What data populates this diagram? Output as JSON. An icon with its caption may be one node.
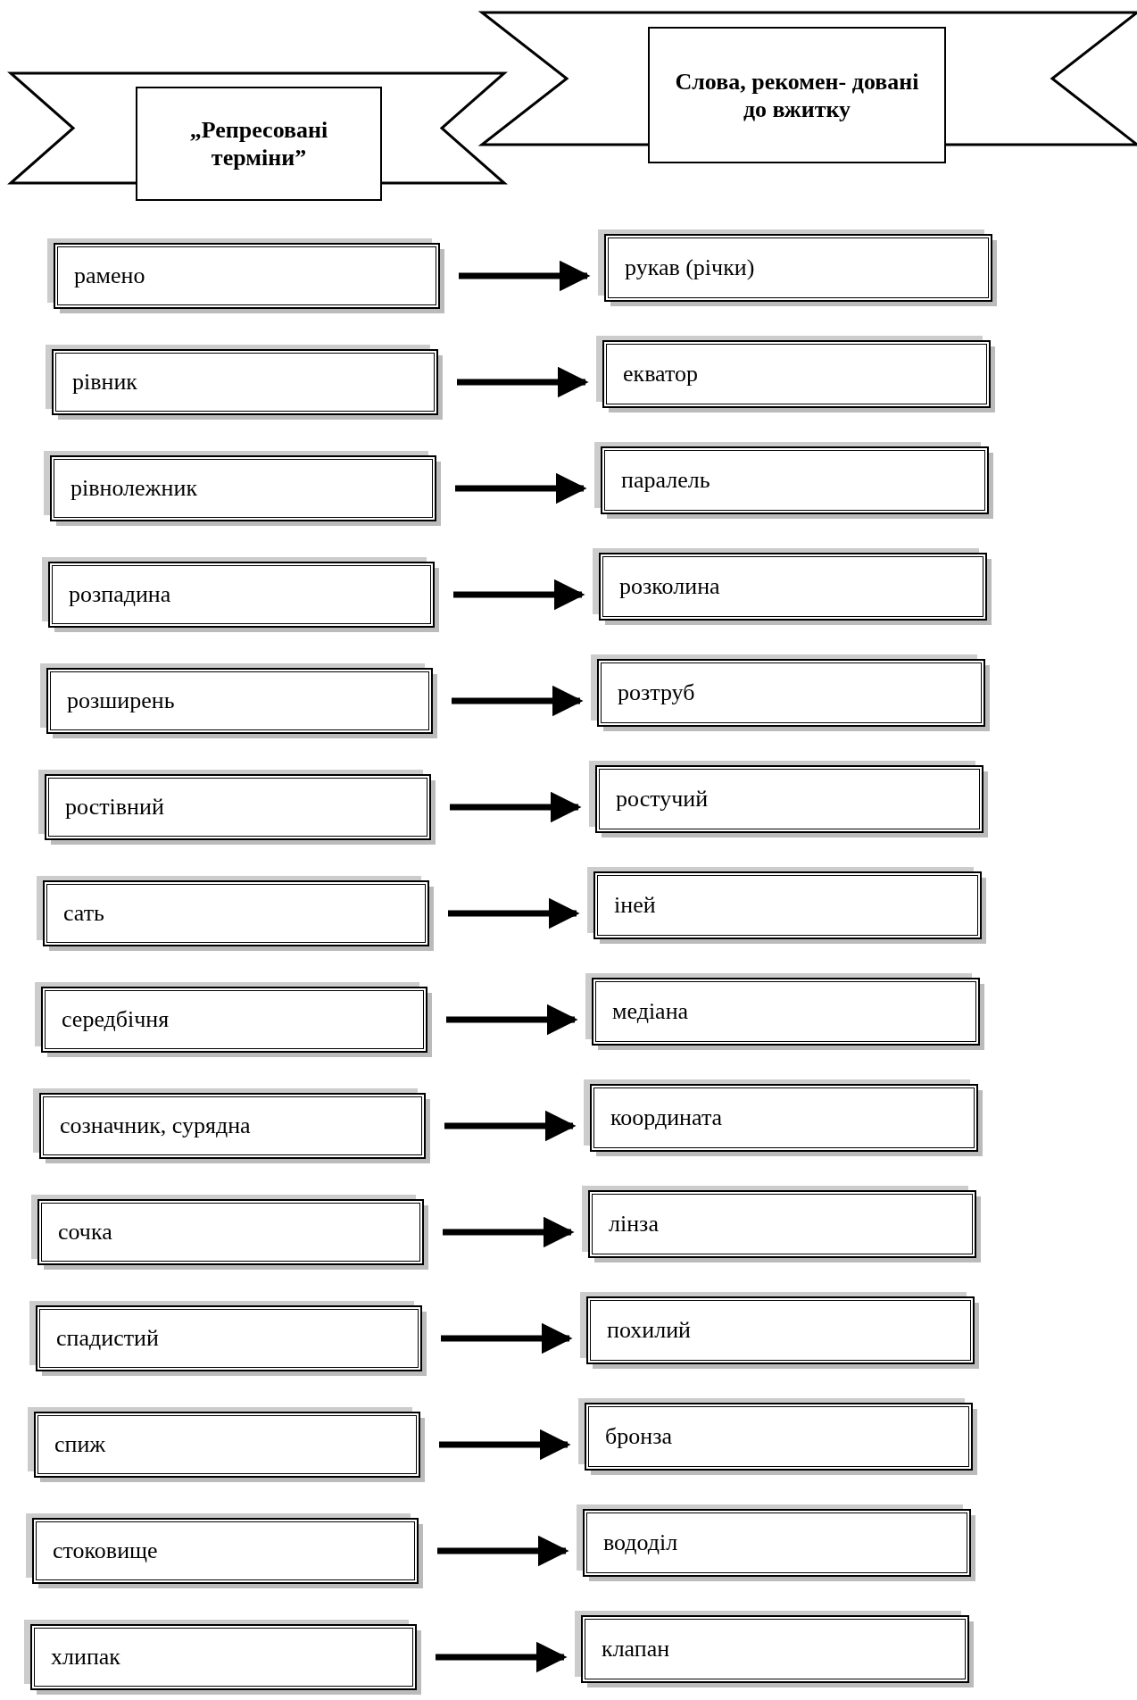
{
  "diagram": {
    "nodes": [
      {
        "text": [
          "„Репресовані терміни”"
        ]
      },
      {
        "text": [
          "Слова, рекомен- довані до вжитку"
        ]
      },
      {
        "text": [
          "рамено"
        ]
      },
      {
        "text": [
          "рукав (річки)"
        ]
      },
      {
        "text": [
          "рівник"
        ]
      },
      {
        "text": [
          "екватор"
        ]
      },
      {
        "text": [
          "рівнолежник"
        ]
      },
      {
        "text": [
          "паралель"
        ]
      },
      {
        "text": [
          "розпадина"
        ]
      },
      {
        "text": [
          "розколина"
        ]
      },
      {
        "text": [
          "розширень"
        ]
      },
      {
        "text": [
          "розтруб"
        ]
      },
      {
        "text": [
          "ростівний"
        ]
      },
      {
        "text": [
          "ростучий"
        ]
      },
      {
        "text": [
          "сать"
        ]
      },
      {
        "text": [
          "іней"
        ]
      },
      {
        "text": [
          "середбічня"
        ]
      },
      {
        "text": [
          "медіана"
        ]
      },
      {
        "text": [
          "созначник, сурядна"
        ]
      },
      {
        "text": [
          "координата"
        ]
      },
      {
        "text": [
          "сочка"
        ]
      },
      {
        "text": [
          "лінза"
        ]
      },
      {
        "text": [
          "спадистий"
        ]
      },
      {
        "text": [
          "похилий"
        ]
      },
      {
        "text": [
          "спиж"
        ]
      },
      {
        "text": [
          "бронза"
        ]
      },
      {
        "text": [
          "стоковище"
        ]
      },
      {
        "text": [
          "вододіл"
        ]
      },
      {
        "text": [
          "хлипак"
        ]
      },
      {
        "text": [
          "клапан"
        ]
      }
    ],
    "edges": [
      {
        "from": 2,
        "to": 3,
        "arrow": "to"
      },
      {
        "from": 4,
        "to": 5,
        "arrow": "to"
      },
      {
        "from": 6,
        "to": 7,
        "arrow": "to"
      },
      {
        "from": 8,
        "to": 9,
        "arrow": "to"
      },
      {
        "from": 10,
        "to": 11,
        "arrow": "to"
      },
      {
        "from": 12,
        "to": 13,
        "arrow": "to"
      },
      {
        "from": 14,
        "to": 15,
        "arrow": "to"
      },
      {
        "from": 16,
        "to": 17,
        "arrow": "to"
      },
      {
        "from": 18,
        "to": 19,
        "arrow": "to"
      },
      {
        "from": 20,
        "to": 21,
        "arrow": "to"
      },
      {
        "from": 22,
        "to": 23,
        "arrow": "to"
      },
      {
        "from": 24,
        "to": 25,
        "arrow": "to"
      },
      {
        "from": 26,
        "to": 27,
        "arrow": "to"
      },
      {
        "from": 28,
        "to": 29,
        "arrow": "to"
      }
    ]
  }
}
